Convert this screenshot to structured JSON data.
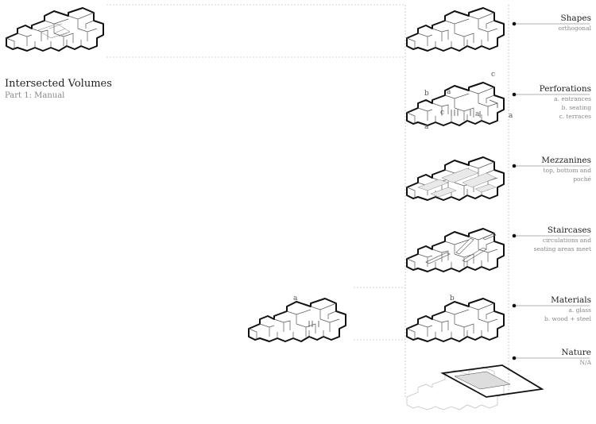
{
  "title": "Intersected Volumes",
  "subtitle": "Part 1: Manual",
  "steps": [
    {
      "name": "Shapes",
      "lines": [
        "orthogonal"
      ]
    },
    {
      "name": "Perforations",
      "lines": [
        "a. entrances",
        "b. seating",
        "c. terraces"
      ]
    },
    {
      "name": "Mezzanines",
      "lines": [
        "top, bottom and",
        "poché"
      ]
    },
    {
      "name": "Staircases",
      "lines": [
        "circulations and",
        "seating areas meet"
      ]
    },
    {
      "name": "Materials",
      "lines": [
        "a. glass",
        "b. wood + steel"
      ]
    },
    {
      "name": "Nature",
      "lines": [
        "N/A"
      ]
    }
  ],
  "markers": {
    "a": "a",
    "b": "b",
    "c": "c"
  }
}
